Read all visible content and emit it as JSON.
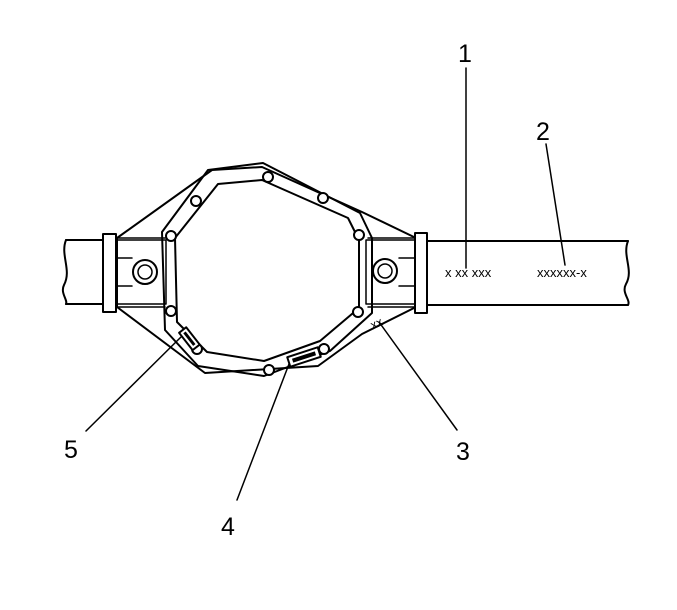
{
  "diagram": {
    "callouts": {
      "c1": "1",
      "c2": "2",
      "c3": "3",
      "c4": "4",
      "c5": "5"
    },
    "stamps": {
      "axle_code_a": "x xx xxx",
      "axle_code_b": "xxxxxx-x",
      "housing_code": "xx"
    },
    "colors": {
      "line": "#000000",
      "background": "#ffffff"
    }
  }
}
